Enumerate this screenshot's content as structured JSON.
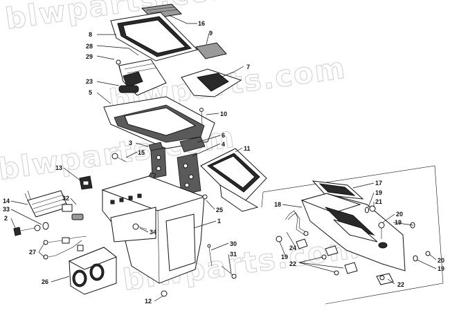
{
  "watermark": {
    "text_1": "blwparts.com",
    "text_2": "blwparts.com",
    "text_3": "blwparts.com",
    "text_4": "blwparts.com"
  },
  "callouts": {
    "c16": "16",
    "c8": "8",
    "c9": "9",
    "c28": "28",
    "c29": "29",
    "c7": "7",
    "c23": "23",
    "c5": "5",
    "c10": "10",
    "c3": "3",
    "c6": "6",
    "c4": "4",
    "c15": "15",
    "c11": "11",
    "c13": "13",
    "c32": "32",
    "c14": "14",
    "c33": "33",
    "c2": "2",
    "c25": "25",
    "c1": "1",
    "c34": "34",
    "c27": "27",
    "c30": "30",
    "c31": "31",
    "c26": "26",
    "c12": "12",
    "c17": "17",
    "c19a": "19",
    "c18": "18",
    "c21": "21",
    "c20a": "20",
    "c19b": "19",
    "c24": "24",
    "c19c": "19",
    "c22a": "22",
    "c20b": "20",
    "c19d": "19",
    "c22b": "22"
  }
}
